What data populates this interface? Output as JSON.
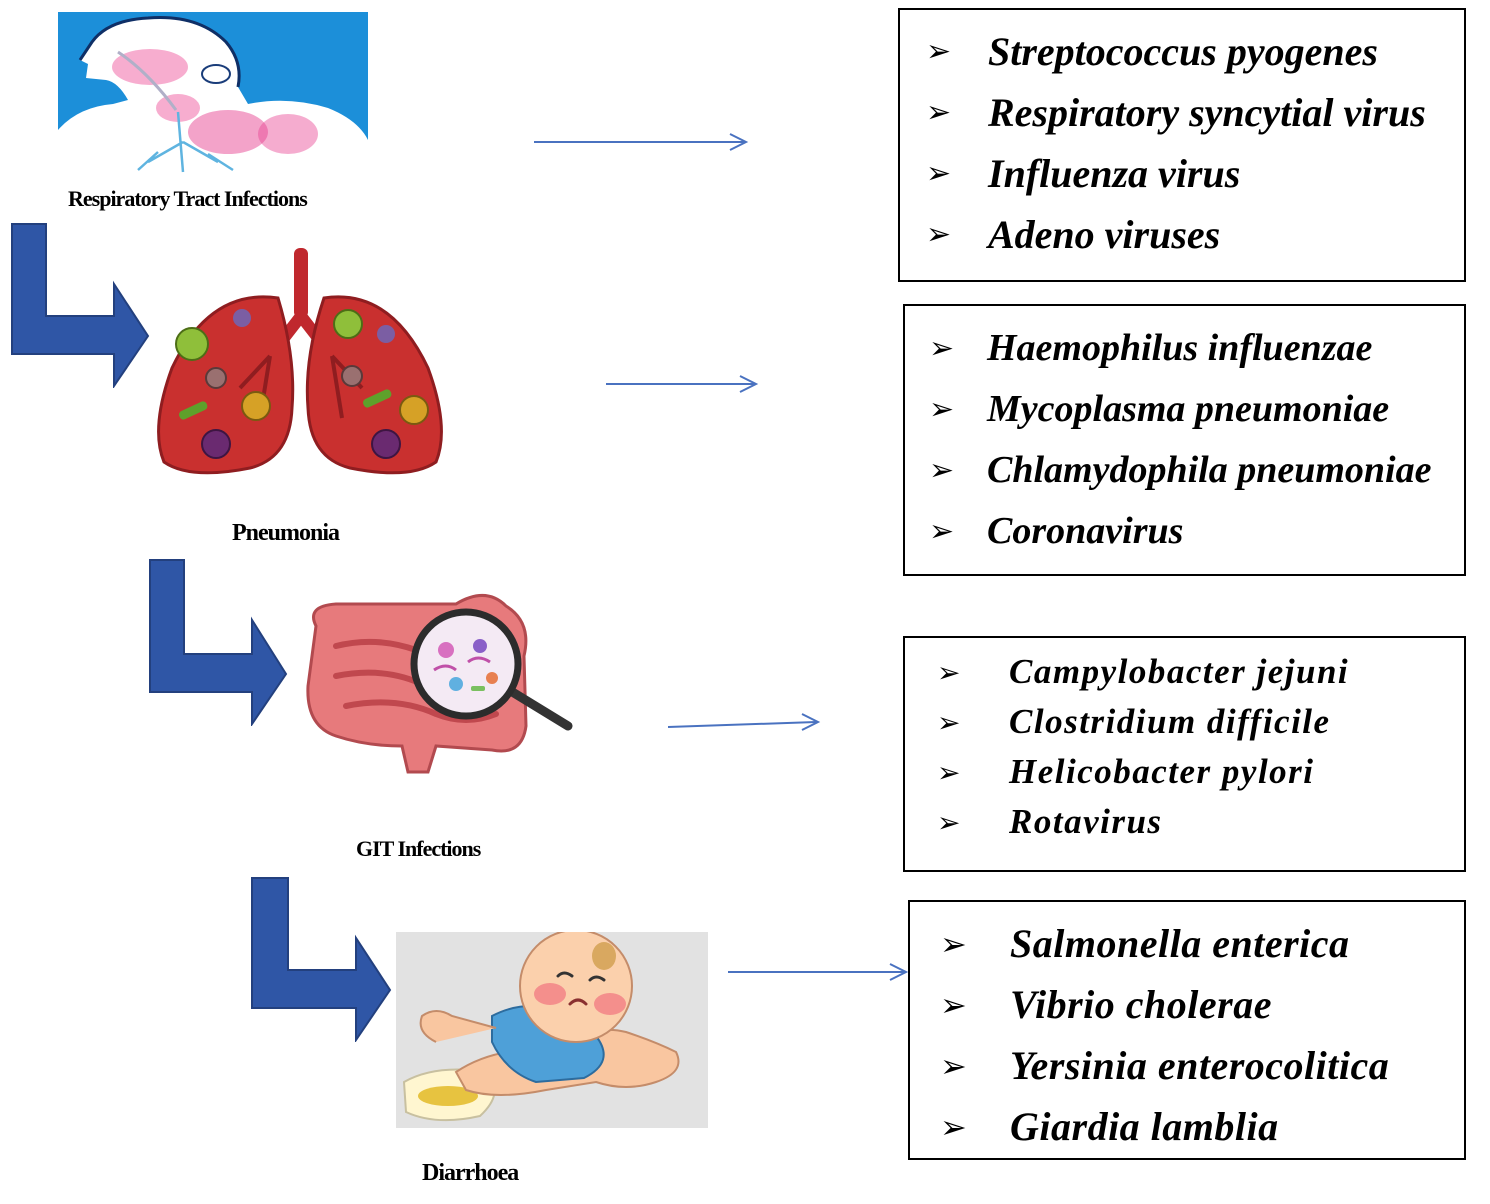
{
  "colors": {
    "elbow_arrow": "#2f56a6",
    "elbow_arrow_stroke": "#23407e",
    "connector_arrow": "#4a72c0",
    "box_border": "#000000"
  },
  "bullet_glyph": "➢",
  "stages": [
    {
      "label": "Respiratory Tract Infections",
      "illustration_icon": "respiratory-tract-icon",
      "pathogens": [
        "Streptococcus pyogenes",
        "Respiratory syncytial virus",
        "Influenza virus",
        "Adeno viruses"
      ]
    },
    {
      "label": "Pneumonia",
      "illustration_icon": "infected-lungs-icon",
      "pathogens": [
        "Haemophilus influenzae",
        "Mycoplasma pneumoniae",
        "Chlamydophila pneumoniae",
        "Coronavirus"
      ]
    },
    {
      "label": "GIT Infections",
      "illustration_icon": "intestine-magnifier-icon",
      "pathogens": [
        "Campylobacter jejuni",
        "Clostridium difficile",
        "Helicobacter pylori",
        "Rotavirus"
      ]
    },
    {
      "label": "Diarrhoea",
      "illustration_icon": "sick-baby-icon",
      "pathogens": [
        "Salmonella enterica",
        "Vibrio cholerae",
        "Yersinia enterocolitica",
        "Giardia lamblia"
      ]
    }
  ]
}
